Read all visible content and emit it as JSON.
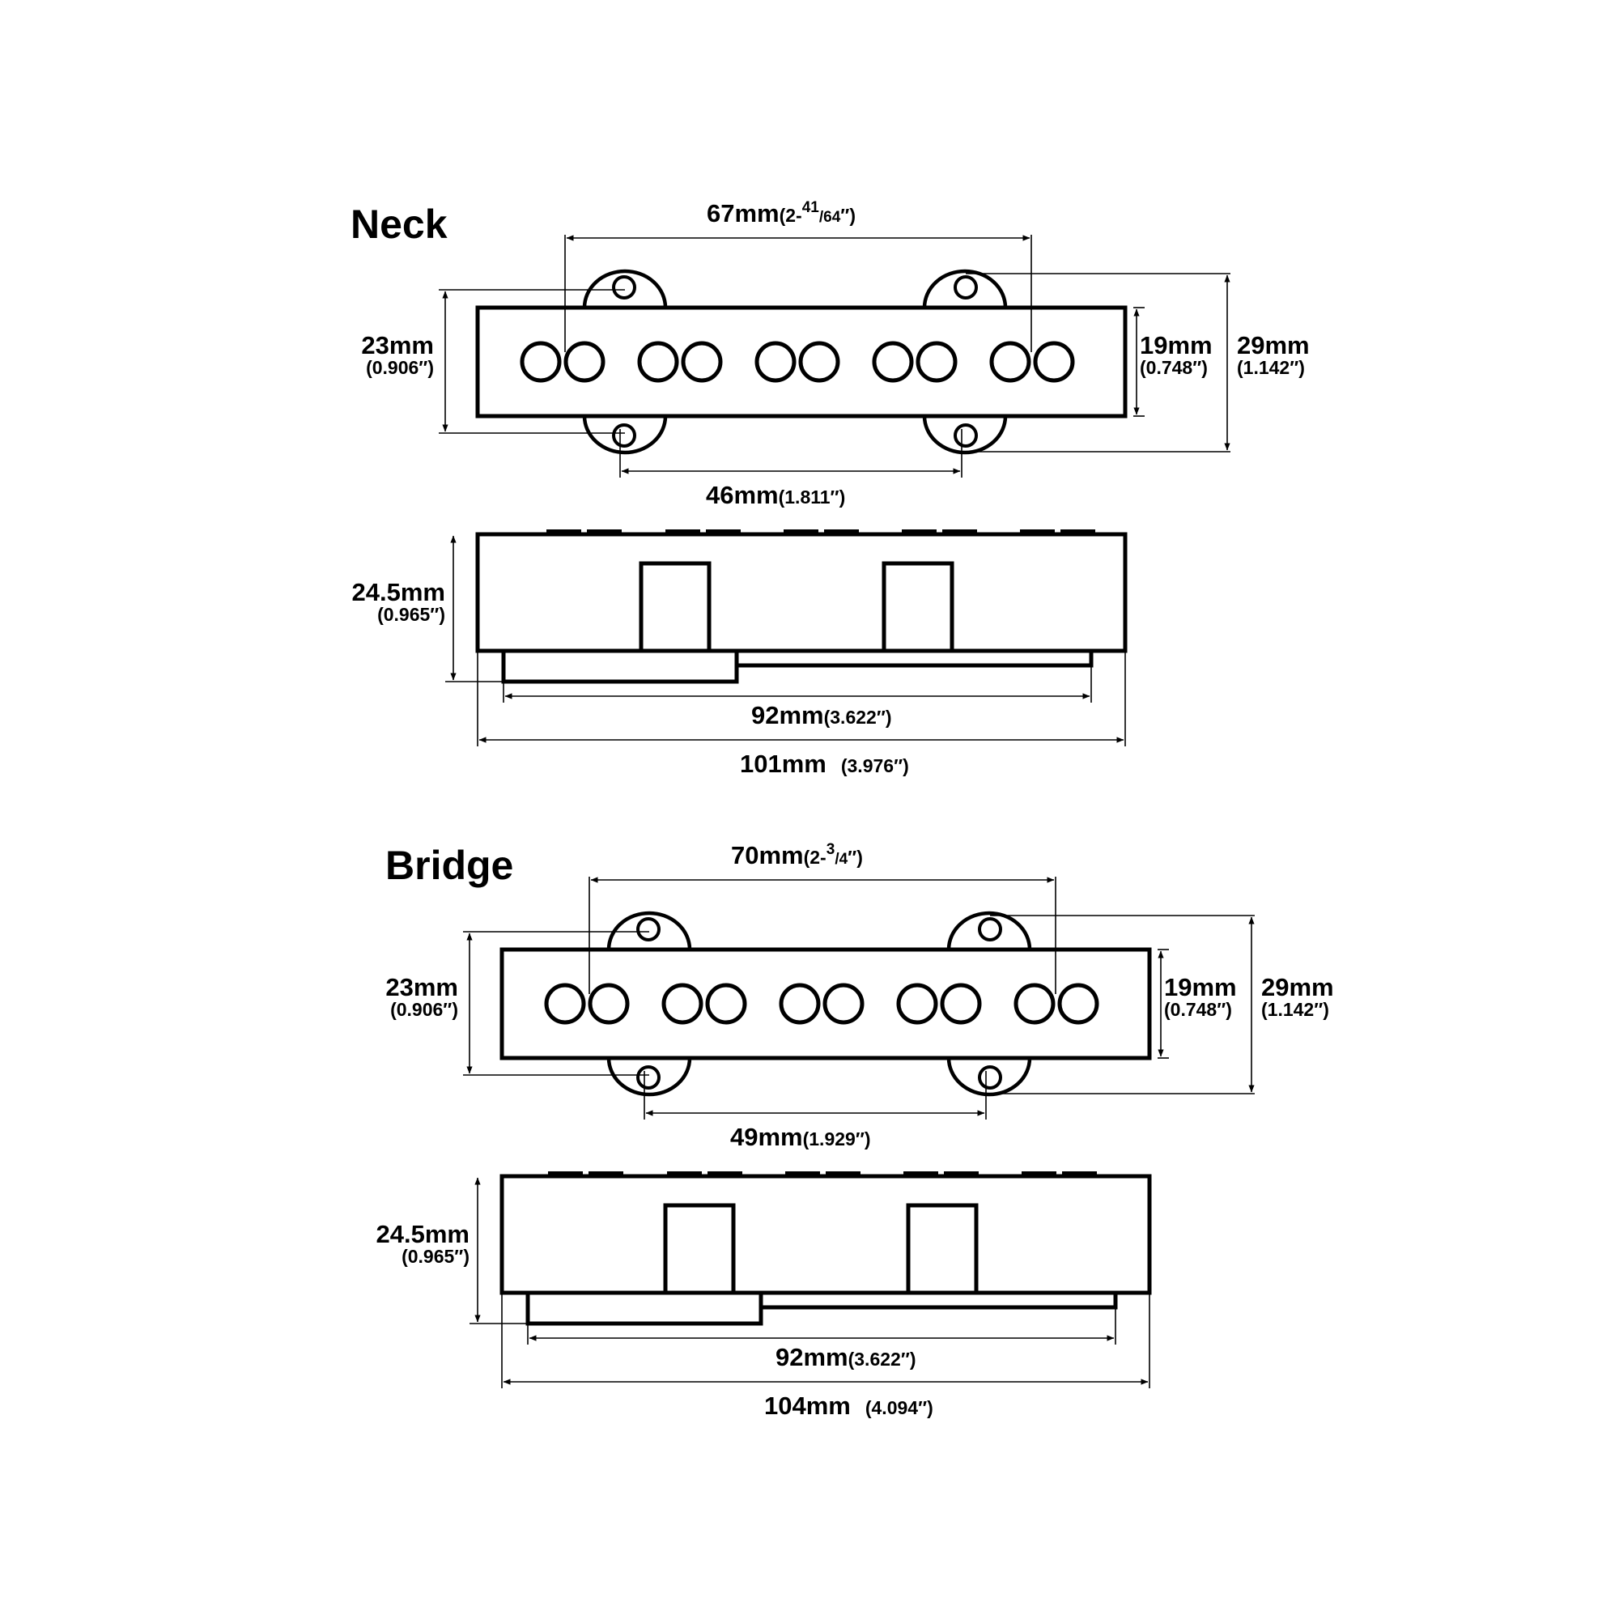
{
  "sections": [
    {
      "id": "neck",
      "title": "Neck",
      "top": {
        "width_mounting": {
          "mm": "67mm",
          "open": "(2-",
          "sup": "41",
          "frac": "/64",
          "close": "″)"
        },
        "height_body": {
          "mm": "23mm",
          "inch": "(0.906″)"
        },
        "height_poles": {
          "mm": "19mm",
          "inch": "(0.748″)"
        },
        "height_total": {
          "mm": "29mm",
          "inch": "(1.142″)"
        },
        "width_holes": {
          "mm": "46mm",
          "inch": "(1.811″)"
        }
      },
      "side": {
        "height": {
          "mm": "24.5mm",
          "inch": "(0.965″)"
        },
        "base_width": {
          "mm": "92mm",
          "inch": "(3.622″)"
        },
        "total_width": {
          "mm": "101mm",
          "inch": "(3.976″)"
        }
      }
    },
    {
      "id": "bridge",
      "title": "Bridge",
      "top": {
        "width_mounting": {
          "mm": "70mm",
          "open": "(2-",
          "sup": "3",
          "frac": "/4",
          "close": "″)"
        },
        "height_body": {
          "mm": "23mm",
          "inch": "(0.906″)"
        },
        "height_poles": {
          "mm": "19mm",
          "inch": "(0.748″)"
        },
        "height_total": {
          "mm": "29mm",
          "inch": "(1.142″)"
        },
        "width_holes": {
          "mm": "49mm",
          "inch": "(1.929″)"
        }
      },
      "side": {
        "height": {
          "mm": "24.5mm",
          "inch": "(0.965″)"
        },
        "base_width": {
          "mm": "92mm",
          "inch": "(3.622″)"
        },
        "total_width": {
          "mm": "104mm",
          "inch": "(4.094″)"
        }
      }
    }
  ]
}
